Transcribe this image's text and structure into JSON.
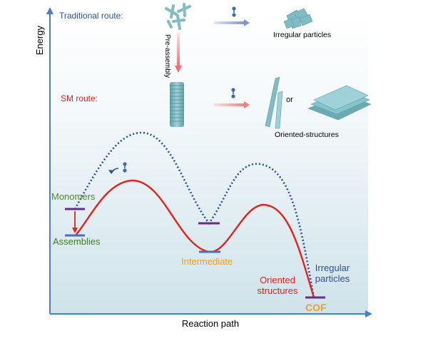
{
  "axes": {
    "y_label": "Energy",
    "x_label": "Reaction path"
  },
  "routes": {
    "traditional": "Traditional route:",
    "sm": "SM route:",
    "pre_assembly": "Pre-assembly",
    "irregular_particles": "Irregular particles",
    "or": "or",
    "oriented_structures": "Oriented-structures"
  },
  "energy_diagram": {
    "monomers": "Monomers",
    "assemblies": "Assemblies",
    "intermediate": "Intermediate",
    "oriented_line1": "Oriented",
    "oriented_line2": "structures",
    "irregular_line1": "Irregular",
    "irregular_line2": "particles",
    "cof": "COF"
  },
  "colors": {
    "traditional": "#2d4fa0",
    "sm": "#e8211c",
    "monomers": "#4e8a2f",
    "assemblies": "#3f7a2a",
    "intermediate": "#e8a12a",
    "cof": "#e8a12a",
    "level_purple": "#6a2c8c",
    "level_blue": "#4a6fc0",
    "axis": "#4a7fc4",
    "crystal": "#7fbcc4"
  }
}
